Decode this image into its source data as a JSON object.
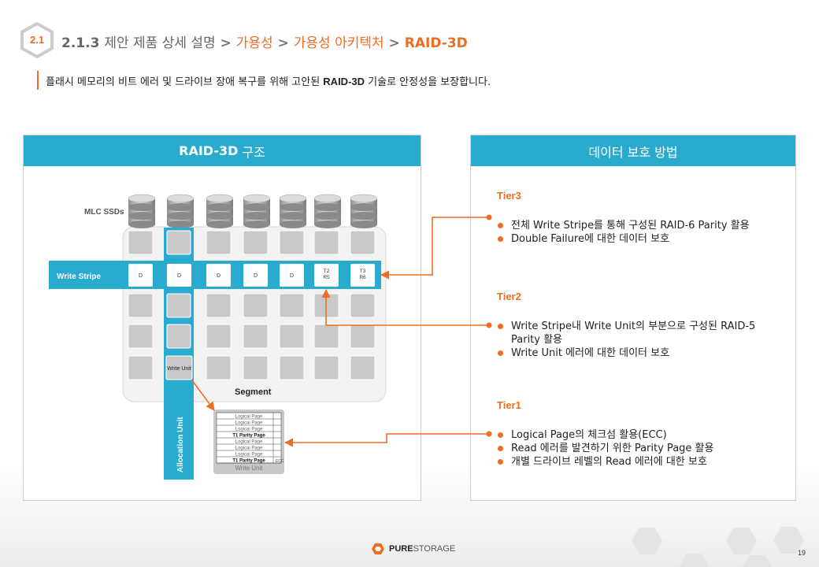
{
  "header": {
    "section_badge": "2.1",
    "title_number": "2.1.3",
    "title_main": "제안 제품 상세 설명",
    "separator": ">",
    "crumb_1": "가용성",
    "crumb_2": "가용성 아키텍처",
    "crumb_3": "RAID-3D",
    "subtitle_pre": "플래시 메모리의 비트 에러 및 드라이브 장애 복구를 위해 고안된",
    "subtitle_bold": "RAID-3D",
    "subtitle_post": "기술로 안정성을 보장합니다."
  },
  "left_panel": {
    "header_bold": "RAID-3D",
    "header_rest": "구조",
    "diagram": {
      "mlc_label": "MLC SSDs",
      "write_stripe_label": "Write  Stripe",
      "stripe_cells": [
        "D",
        "D",
        "D",
        "D",
        "D"
      ],
      "t2_line1": "T2",
      "t2_line2": "R5",
      "t3_line1": "T3",
      "t3_line2": "R6",
      "write_unit_label": "Write Unit",
      "allocation_label": "Allocation  Unit",
      "segment_label": "Segment",
      "wu_detail_rows": [
        "Logical Page",
        "Logical Page",
        "Logical Page",
        "T1 Parity Page",
        "Logical Page",
        "Logical Page",
        "Logical Page",
        "T1 Parity Page"
      ],
      "wu_detail_ecc": "ECC",
      "wu_detail_caption": "Write Unit"
    }
  },
  "right_panel": {
    "header": "데이터 보호 방법",
    "tiers": [
      {
        "title": "Tier3",
        "bullets": [
          "전체 Write Stripe를 통해 구성된 RAID-6 Parity 활용",
          "Double Failure에 대한 데이터 보호"
        ]
      },
      {
        "title": "Tier2",
        "bullets": [
          "Write Stripe내 Write Unit의 부분으로 구성된 RAID-5 Parity 활용",
          "Write Unit 에러에 대한 데이터 보호"
        ]
      },
      {
        "title": "Tier1",
        "bullets": [
          "Logical Page의 체크섬 활용(ECC)",
          "Read 에러를 발견하기 위한 Parity Page 활용",
          "개별 드라이브 레벨의 Read 에러에 대한 보호"
        ]
      }
    ]
  },
  "footer": {
    "logo_bold": "PURE",
    "logo_rest": "STORAGE",
    "page_number": "19"
  },
  "colors": {
    "accent": "#ef6c22",
    "header_blue": "#29aacf"
  }
}
